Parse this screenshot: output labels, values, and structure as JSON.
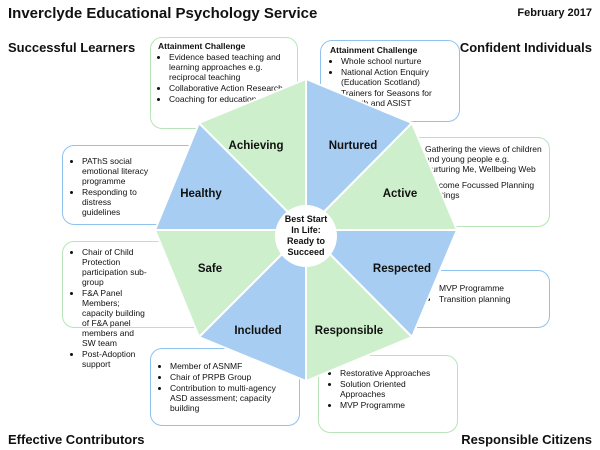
{
  "header": {
    "title": "Inverclyde Educational Psychology Service",
    "date": "February 2017"
  },
  "corners": {
    "top_left": "Successful Learners",
    "top_right": "Confident Individuals",
    "bottom_left": "Effective Contributors",
    "bottom_right": "Responsible Citizens"
  },
  "center": {
    "lines": [
      "Best Start",
      "In Life:",
      "Ready to",
      "Succeed"
    ]
  },
  "segments": {
    "achieving": "Achieving",
    "nurtured": "Nurtured",
    "active": "Active",
    "respected": "Respected",
    "responsible": "Responsible",
    "included": "Included",
    "safe": "Safe",
    "healthy": "Healthy"
  },
  "colors": {
    "blue": "#a7cdf2",
    "green": "#cdefcc",
    "blue_border": "#8fc2ee",
    "green_border": "#b7e5b7"
  },
  "boxes": {
    "achieving": {
      "heading": "Attainment Challenge",
      "items": [
        "Evidence based teaching and learning approaches e.g. reciprocal teaching",
        "Collaborative Action Research",
        "Coaching for education staff"
      ]
    },
    "nurtured": {
      "heading": "Attainment Challenge",
      "items": [
        "Whole school nurture",
        "National Action Enquiry (Education Scotland)",
        "Trainers for Seasons for Growth and ASIST"
      ]
    },
    "active": {
      "items": [
        "Gathering the views of children and young people e.g. Nurturing Me, Wellbeing Web",
        "Outcome Focussed Planning Meetings"
      ]
    },
    "respected": {
      "items": [
        "MVP Programme",
        "Transition planning"
      ]
    },
    "responsible": {
      "items": [
        "Restorative Approaches",
        "Solution Oriented Approaches",
        "MVP Programme"
      ]
    },
    "included": {
      "items": [
        "Member of ASNMF",
        "Chair of PRPB Group",
        "Contribution to multi-agency ASD assessment; capacity building"
      ]
    },
    "safe": {
      "items": [
        "Chair of Child Protection participation sub-group",
        "F&A Panel Members; capacity building of F&A panel members and SW team",
        "Post-Adoption support"
      ]
    },
    "healthy": {
      "items": [
        "PAThS social emotional literacy programme",
        "Responding to distress guidelines"
      ]
    }
  }
}
